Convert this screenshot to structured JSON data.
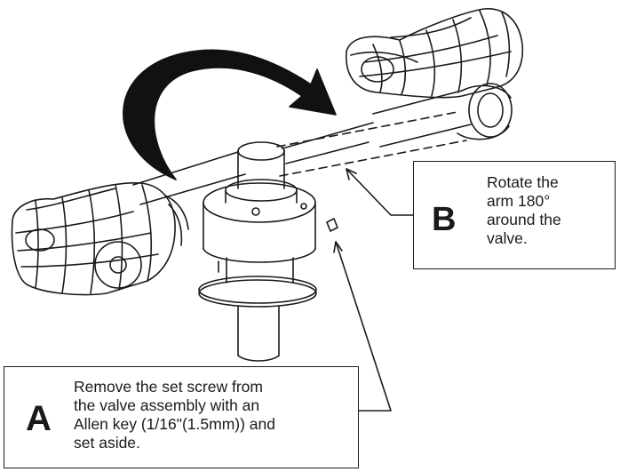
{
  "callout_b": {
    "letter": "B",
    "lines": [
      "Rotate the",
      "arm 180°",
      "around the",
      "valve."
    ]
  },
  "callout_a": {
    "letter": "A",
    "lines": [
      "Remove the set screw from",
      "the valve assembly with an",
      "Allen key (1/16\"(1.5mm)) and",
      "set aside."
    ]
  },
  "colors": {
    "ink": "#1a1a1a",
    "background": "#ffffff",
    "arrow": "#111111"
  }
}
